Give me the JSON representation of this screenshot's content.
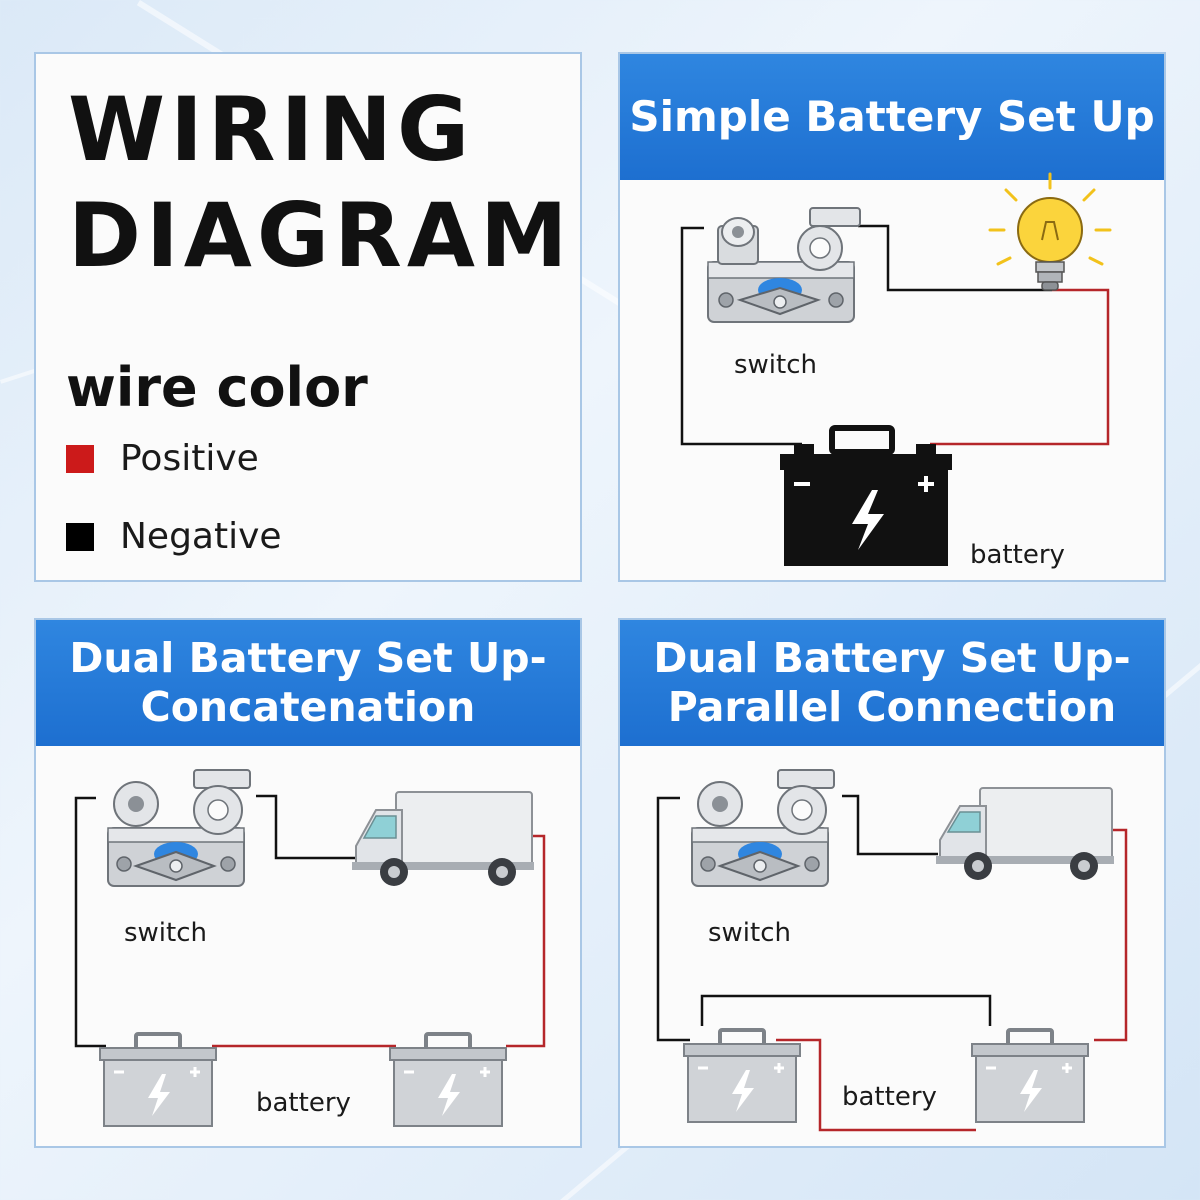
{
  "legend": {
    "title_line1": "WIRING",
    "title_line2": "DIAGRAM",
    "heading": "wire color",
    "items": [
      {
        "label": "Positive",
        "color": "#cc1a1a"
      },
      {
        "label": "Negative",
        "color": "#000000"
      }
    ]
  },
  "panels": {
    "simple": {
      "title_line1": "Simple Battery Set Up",
      "switch_label": "switch",
      "battery_label": "battery"
    },
    "concatenation": {
      "title_line1": "Dual Battery Set Up-",
      "title_line2": "Concatenation",
      "switch_label": "switch",
      "battery_label": "battery"
    },
    "parallel": {
      "title_line1": "Dual Battery Set Up-",
      "title_line2": "Parallel Connection",
      "switch_label": "switch",
      "battery_label": "battery"
    }
  },
  "colors": {
    "banner": "#1d6fd0",
    "positive_wire": "#b5262a",
    "negative_wire": "#111111"
  },
  "icons": {
    "switch": "battery-disconnect-switch-icon",
    "bulb": "light-bulb-icon",
    "battery": "battery-icon",
    "truck": "truck-icon"
  }
}
